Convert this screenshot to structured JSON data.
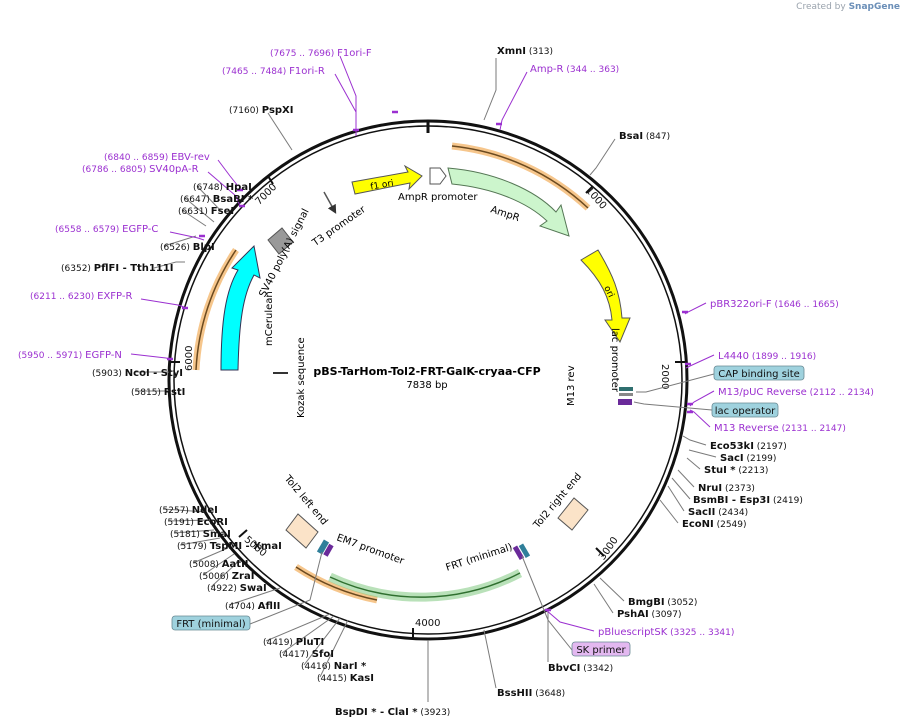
{
  "brand": {
    "prefix": "Created by",
    "name": "SnapGene"
  },
  "plasmid": {
    "name": "pBS-TarHom-Tol2-FRT-GalK-cryaa-CFP",
    "size": "7838 bp"
  },
  "ticks": [
    "1000",
    "2000",
    "3000",
    "4000",
    "5000",
    "6000",
    "7000"
  ],
  "feature_labels": {
    "f1ori": "f1 ori",
    "ampr_promoter": "AmpR promoter",
    "ampr": "AmpR",
    "ori": "ori",
    "lac_promoter": "lac promoter",
    "m13rev": "M13 rev",
    "tol2_right": "Tol2 right end",
    "frt": "FRT (minimal)",
    "em7": "EM7 promoter",
    "tol2_left": "Tol2 left end",
    "kozak": "Kozak sequence",
    "mcerulean": "mCerulean",
    "sv40": "SV40 poly(A) signal",
    "t3": "T3 promoter"
  },
  "enzymes": [
    {
      "name": "XmnI",
      "pos": "(313)"
    },
    {
      "name": "BsaI",
      "pos": "(847)"
    },
    {
      "name": "Eco53kI",
      "pos": "(2197)"
    },
    {
      "name": "SacI",
      "pos": "(2199)"
    },
    {
      "name": "StuI *",
      "pos": "(2213)"
    },
    {
      "name": "NruI",
      "pos": "(2373)"
    },
    {
      "name": "BsmBI",
      "extra": "- Esp3I",
      "pos": "(2419)"
    },
    {
      "name": "SacII",
      "pos": "(2434)"
    },
    {
      "name": "EcoNI",
      "pos": "(2549)"
    },
    {
      "name": "BmgBI",
      "pos": "(3052)"
    },
    {
      "name": "PshAI",
      "pos": "(3097)"
    },
    {
      "name": "BbvCI",
      "pos": "(3342)"
    },
    {
      "name": "BssHII",
      "pos": "(3648)"
    },
    {
      "name": "BspDI *",
      "extra": "- ClaI *",
      "pos": "(3923)"
    },
    {
      "name": "KasI",
      "pos": "(4415)"
    },
    {
      "name": "NarI *",
      "pos": "(4416)"
    },
    {
      "name": "SfoI",
      "pos": "(4417)"
    },
    {
      "name": "PluTI",
      "pos": "(4419)"
    },
    {
      "name": "AflII",
      "pos": "(4704)"
    },
    {
      "name": "SwaI",
      "pos": "(4922)"
    },
    {
      "name": "ZraI",
      "pos": "(5006)"
    },
    {
      "name": "AatII",
      "pos": "(5008)"
    },
    {
      "name": "TspMI",
      "extra": "- XmaI",
      "pos": "(5179)"
    },
    {
      "name": "SmaI",
      "pos": "(5181)"
    },
    {
      "name": "EcoRI",
      "pos": "(5191)"
    },
    {
      "name": "NdeI",
      "pos": "(5257)"
    },
    {
      "name": "PstI",
      "pos": "(5815)"
    },
    {
      "name": "NcoI",
      "extra": "- StyI",
      "pos": "(5903)"
    },
    {
      "name": "PflFI",
      "extra": "- Tth111I",
      "pos": "(6352)"
    },
    {
      "name": "BlpI",
      "pos": "(6526)"
    },
    {
      "name": "FseI",
      "pos": "(6631)"
    },
    {
      "name": "BsaBI *",
      "pos": "(6647)"
    },
    {
      "name": "HpaI",
      "pos": "(6748)"
    },
    {
      "name": "PspXI",
      "pos": "(7160)"
    }
  ],
  "primers": [
    {
      "name": "F1ori-F",
      "range": "(7675 .. 7696)"
    },
    {
      "name": "F1ori-R",
      "range": "(7465 .. 7484)"
    },
    {
      "name": "Amp-R",
      "range": "(344 .. 363)"
    },
    {
      "name": "EBV-rev",
      "range": "(6840 .. 6859)"
    },
    {
      "name": "SV40pA-R",
      "range": "(6786 .. 6805)"
    },
    {
      "name": "EGFP-C",
      "range": "(6558 .. 6579)"
    },
    {
      "name": "EXFP-R",
      "range": "(6211 .. 6230)"
    },
    {
      "name": "EGFP-N",
      "range": "(5950 .. 5971)"
    },
    {
      "name": "pBR322ori-F",
      "range": "(1646 .. 1665)"
    },
    {
      "name": "L4440",
      "range": "(1899 .. 1916)"
    },
    {
      "name": "M13/pUC Reverse",
      "range": "(2112 .. 2134)"
    },
    {
      "name": "M13 Reverse",
      "range": "(2131 .. 2147)"
    },
    {
      "name": "pBluescriptSK",
      "range": "(3325 .. 3341)"
    }
  ],
  "boxed_labels": [
    "CAP binding site",
    "lac operator",
    "FRT (minimal)",
    "SK primer"
  ],
  "colors": {
    "backbone": "#111111",
    "primer": "#9b30d0",
    "enzyme_line": "#7a7a7a",
    "f1ori": "#ffff00",
    "ampr": "#ccf5cc",
    "ori": "#ffff00",
    "mcerulean": "#00ffff",
    "frt": "#7fc97f",
    "tol2": "#fbe3c8",
    "orf_orange": "#f0a040",
    "box_blue": "#9fd2de",
    "box_purple": "#e3b8f0"
  }
}
